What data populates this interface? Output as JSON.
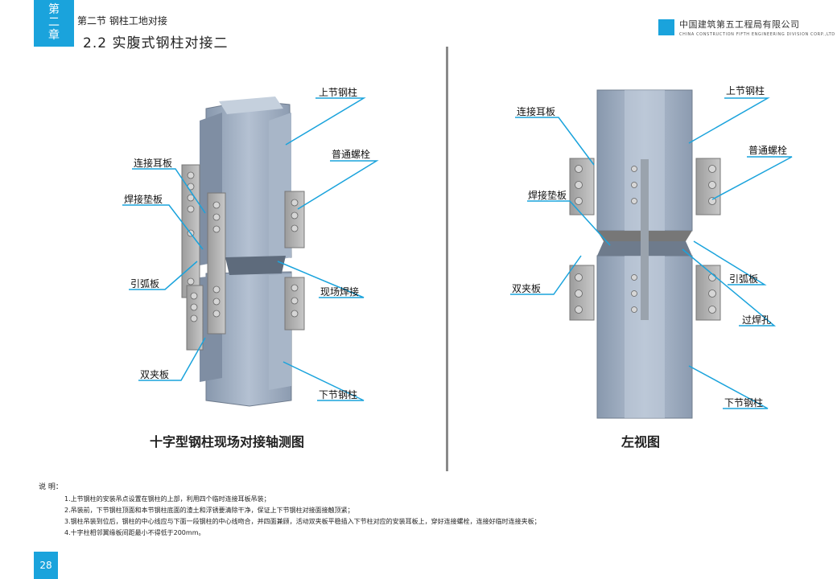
{
  "header": {
    "chapter_lines": [
      "第",
      "二",
      "章"
    ],
    "section": "第二节  钢柱工地对接",
    "title": "2.2 实腹式钢柱对接二",
    "logo_cn": "中国建筑第五工程局有限公司",
    "logo_en": "CHINA CONSTRUCTION FIFTH ENGINEERING DIVISION CORP.,LTD"
  },
  "left_figure": {
    "labels": {
      "upper": "上节钢柱",
      "bolt": "普通螺栓",
      "ear": "连接耳板",
      "pad": "焊接垫板",
      "arc": "引弧板",
      "weld": "现场焊接",
      "clamp": "双夹板",
      "lower": "下节钢柱"
    },
    "caption": "十字型钢柱现场对接轴测图"
  },
  "right_figure": {
    "labels": {
      "upper": "上节钢柱",
      "ear": "连接耳板",
      "bolt": "普通螺栓",
      "pad": "焊接垫板",
      "arc": "引弧板",
      "clamp": "双夹板",
      "hole": "过焊孔",
      "lower": "下节钢柱"
    },
    "caption": "左视图"
  },
  "notes": {
    "title": "说  明：",
    "items": [
      "1.上节钢柱的安装吊点设置在钢柱的上部，利用四个临时连接耳板吊装；",
      "2.吊装前，下节钢柱顶面和本节钢柱底面的渣土和浮锈要清除干净，保证上下节钢柱对接面接触顶紧；",
      "3.钢柱吊装到位后，钢柱的中心线应与下面一段钢柱的中心线吻合，并四面兼顾，活动双夹板平稳插入下节柱对应的安装耳板上，穿好连接螺栓，连接好临时连接夹板；",
      "4.十字柱相邻翼缘板间距最小不得低于200mm。"
    ]
  },
  "page_number": "28",
  "colors": {
    "accent": "#1aa3dc",
    "steel": "#9fb0c4",
    "plate": "#b9b9b9"
  }
}
